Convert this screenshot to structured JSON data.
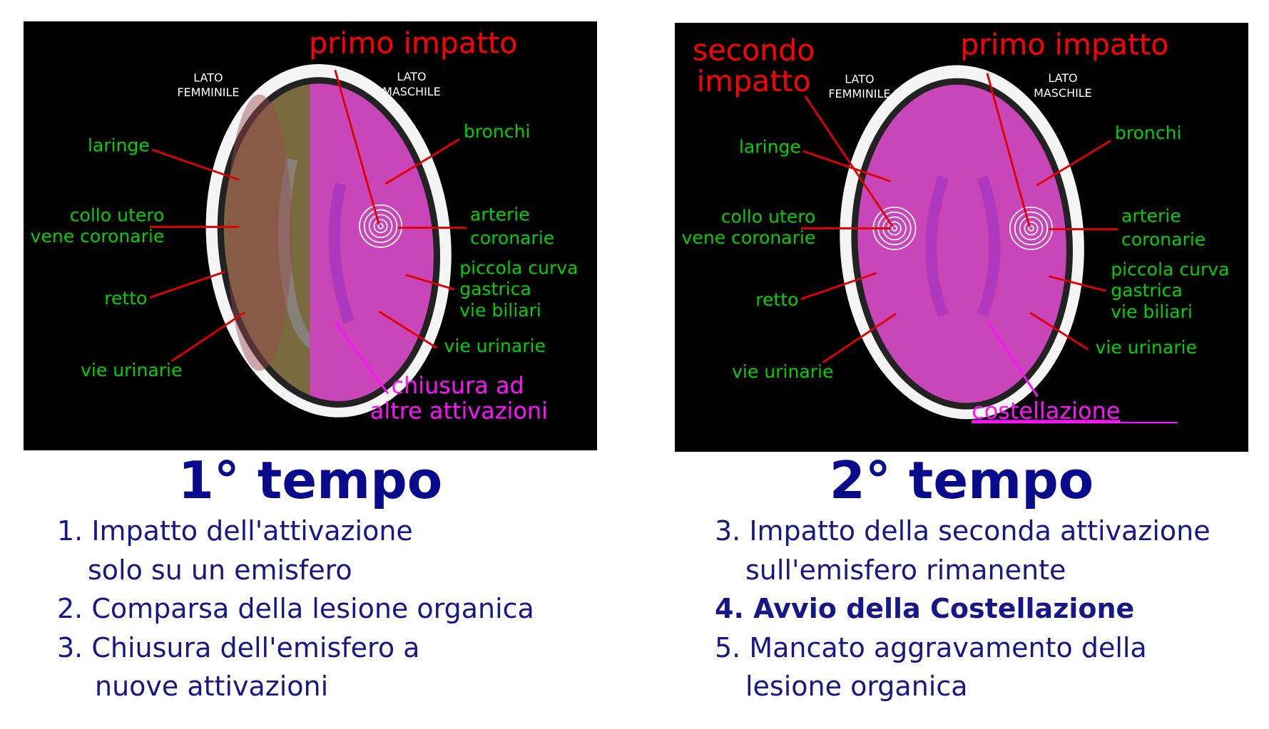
{
  "panel1": {
    "primo_impatto": "primo impatto",
    "lato_f": [
      "LATO",
      "FEMMINILE"
    ],
    "lato_m": [
      "LATO",
      "MASCHILE"
    ],
    "laringe": "laringe",
    "collo_utero": "collo utero",
    "vene_coronarie": "vene coronarie",
    "retto": "retto",
    "vie_urinarie_left": "vie urinarie",
    "bronchi": "bronchi",
    "arterie": "arterie",
    "coronarie": "coronarie",
    "piccola_curva": "piccola curva",
    "gastrica": "gastrica",
    "vie_biliari": "vie biliari",
    "vie_urinarie_right": "vie urinarie",
    "chiusura_1": "chiusura ad",
    "chiusura_2": "altre attivazioni"
  },
  "panel2": {
    "secondo": "secondo",
    "impatto": "impatto",
    "primo_impatto": "primo impatto",
    "lato_f": [
      "LATO",
      "FEMMINILE"
    ],
    "lato_m": [
      "LATO",
      "MASCHILE"
    ],
    "laringe": "laringe",
    "collo_utero": "collo utero",
    "vene_coronarie": "vene coronarie",
    "retto": "retto",
    "vie_urinarie_left": "vie urinarie",
    "bronchi": "bronchi",
    "arterie": "arterie",
    "coronarie": "coronarie",
    "piccola_curva": "piccola curva",
    "gastrica": "gastrica",
    "vie_biliari": "vie biliari",
    "vie_urinarie_right": "vie urinarie",
    "costellazione": "costellazione"
  },
  "section1": {
    "title": "1° tempo",
    "items": [
      "1. Impatto dell'attivazione",
      "solo su un emisfero",
      "2. Comparsa della lesione organica",
      "3. Chiusura dell'emisfero a",
      "nuove attivazioni"
    ]
  },
  "section2": {
    "title": "2° tempo",
    "items": [
      "3. Impatto della seconda attivazione",
      "sull'emisfero rimanente",
      "4. Avvio della Costellazione",
      "5. Mancato aggravamento della",
      "lesione organica"
    ]
  },
  "colors": {
    "label_green": "#00d000",
    "impact_red": "#ff0000",
    "magenta": "#ff10ff",
    "text_blue": "#17178a"
  }
}
